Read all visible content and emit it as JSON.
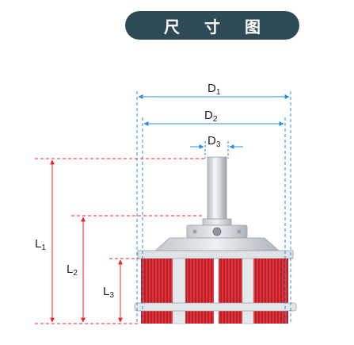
{
  "header": {
    "title": "尺 寸 图"
  },
  "dimensions": {
    "d1": {
      "base": "D",
      "sub": "1"
    },
    "d2": {
      "base": "D",
      "sub": "2"
    },
    "d3": {
      "base": "D",
      "sub": "3"
    },
    "l1": {
      "base": "L",
      "sub": "1"
    },
    "l2": {
      "base": "L",
      "sub": "2"
    },
    "l3": {
      "base": "L",
      "sub": "3"
    }
  },
  "colors": {
    "title_background": "#2f4a57",
    "diameter_lines": "#2a8fd6",
    "length_lines": "#e8262d",
    "brush_bristles": "#c8232b",
    "metal": "#d7dbe0"
  }
}
